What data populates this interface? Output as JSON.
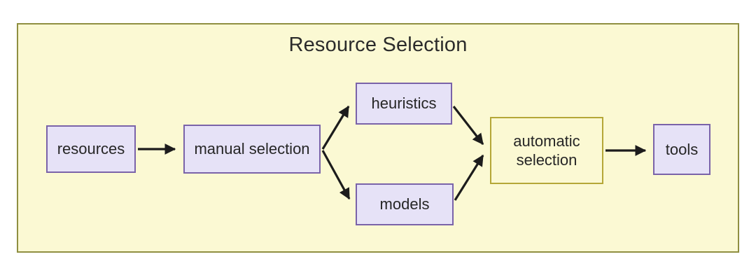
{
  "diagram": {
    "title": "Resource Selection",
    "nodes": [
      {
        "id": "resources",
        "label": "resources",
        "style": "purple"
      },
      {
        "id": "manual-selection",
        "label": "manual selection",
        "style": "purple"
      },
      {
        "id": "heuristics",
        "label": "heuristics",
        "style": "purple"
      },
      {
        "id": "models",
        "label": "models",
        "style": "purple"
      },
      {
        "id": "automatic-selection",
        "label": "automatic selection",
        "style": "yellow"
      },
      {
        "id": "tools",
        "label": "tools",
        "style": "purple"
      }
    ],
    "edges": [
      {
        "from": "resources",
        "to": "manual-selection"
      },
      {
        "from": "manual-selection",
        "to": "heuristics"
      },
      {
        "from": "manual-selection",
        "to": "models"
      },
      {
        "from": "heuristics",
        "to": "automatic-selection"
      },
      {
        "from": "models",
        "to": "automatic-selection"
      },
      {
        "from": "automatic-selection",
        "to": "tools"
      }
    ],
    "colors": {
      "panel_fill": "#fbf9d3",
      "panel_border": "#8f8f41",
      "node_fill": "#e6e2f7",
      "node_border": "#7a63a9",
      "highlight_border": "#b5a737",
      "arrow": "#1c1c1c",
      "text": "#2b2b2b"
    }
  }
}
